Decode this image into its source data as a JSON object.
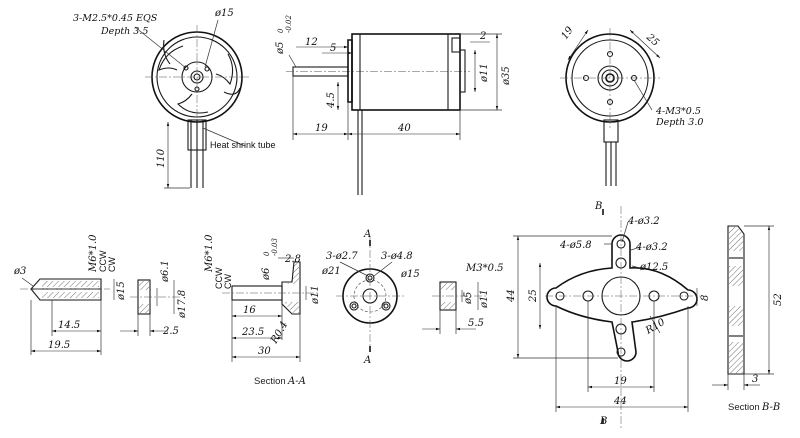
{
  "labels": {
    "thread_note_1": "3-M2.5*0.45 EQS",
    "thread_note_2": "Depth 3.5",
    "dia_15_top": "ø15",
    "heat_shrink": "Heat shrink tube",
    "dim_110": "110",
    "shaft_dia": "ø5",
    "shaft_tol_hi": "0",
    "shaft_tol_lo": "-0.02",
    "dim_12": "12",
    "dim_5": "5",
    "dim_2": "2",
    "dim_4_5": "4.5",
    "dia_11_side": "ø11",
    "dia_35": "ø35",
    "dim_19_side": "19",
    "dim_40": "40",
    "dim_19_front": "19",
    "dim_25_front": "25",
    "mount_note_1": "4-M3*0.5",
    "mount_note_2": "Depth 3.0",
    "dia_3": "ø3",
    "thread_m6": "M6*1.0",
    "ccw": "CCW",
    "cw": "CW",
    "dia_15_cone": "ø15",
    "dim_14_5": "14.5",
    "dim_19_5": "19.5",
    "dia_6_1": "ø6.1",
    "dia_17_8": "ø17.8",
    "dim_2_5": "2.5",
    "thread_m6_b": "M6*1.0",
    "ccw_b": "CCW",
    "cw_b": "CW",
    "dia_6_adapter": "ø6",
    "adapter_tol_hi": "0",
    "adapter_tol_lo": "-0.03",
    "dim_2_8": "2.8",
    "dia_11_adapter": "ø11",
    "dim_r0_4": "R0.4",
    "dim_16": "16",
    "dim_23_5": "23.5",
    "dim_30": "30",
    "sec_a_top": "A",
    "sec_a_bot": "A",
    "holes_2_7": "3-ø2.7",
    "holes_4_8": "3-ø4.8",
    "dia_21": "ø21",
    "dia_15_flange": "ø15",
    "thread_m3": "M3*0.5",
    "dia_5_nut": "ø5",
    "dia_11_nut": "ø11",
    "dim_5_5": "5.5",
    "section_aa_prefix": "Section",
    "section_aa_name": "A-A",
    "sec_b_top": "B",
    "sec_b_bot": "B",
    "holes_3_2_a": "4-ø3.2",
    "holes_5_8": "4-ø5.8",
    "holes_3_2_b": "4-ø3.2",
    "dia_12_5": "ø12.5",
    "dim_44_v": "44",
    "dim_25_v": "25",
    "dim_8": "8",
    "dim_r10": "R10",
    "dim_19_mount": "19",
    "dim_44_h": "44",
    "dim_52": "52",
    "dim_3": "3",
    "section_bb_prefix": "Section",
    "section_bb_name": "B-B"
  }
}
